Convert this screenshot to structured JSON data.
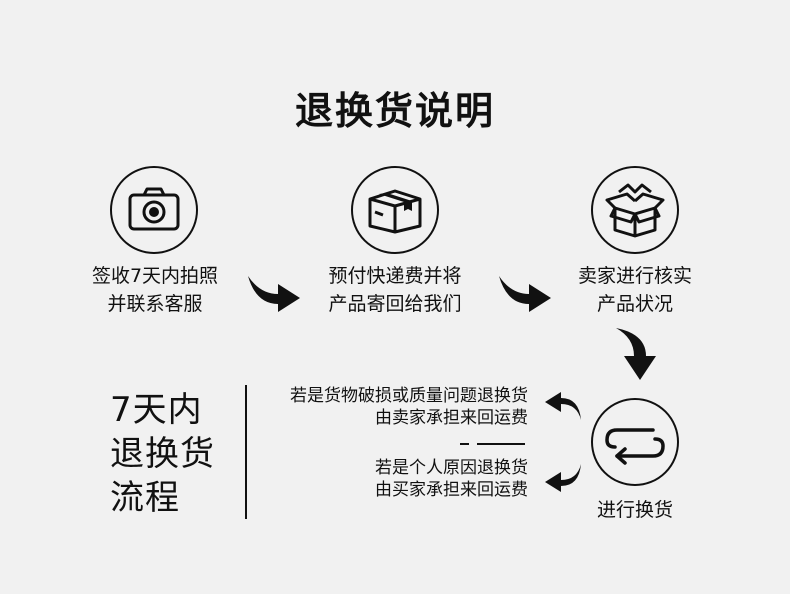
{
  "title": "退换货说明",
  "steps": [
    {
      "icon": "camera-icon",
      "line1": "签收7天内拍照",
      "line2": "并联系客服"
    },
    {
      "icon": "closed-box-icon",
      "line1": "预付快递费并将",
      "line2": "产品寄回给我们"
    },
    {
      "icon": "open-box-icon",
      "line1": "卖家进行核实",
      "line2": "产品状况"
    },
    {
      "icon": "exchange-arrows-icon",
      "line1": "进行换货"
    }
  ],
  "process": {
    "line1": "7天内",
    "line2": "退换货",
    "line3": "流程"
  },
  "notes": {
    "quality": {
      "line1": "若是货物破损或质量问题退换货",
      "line2": "由卖家承担来回运费"
    },
    "personal": {
      "line1": "若是个人原因退换货",
      "line2": "由买家承担来回运费"
    }
  },
  "colors": {
    "background": "#f1f1f1",
    "ink": "#111111"
  }
}
